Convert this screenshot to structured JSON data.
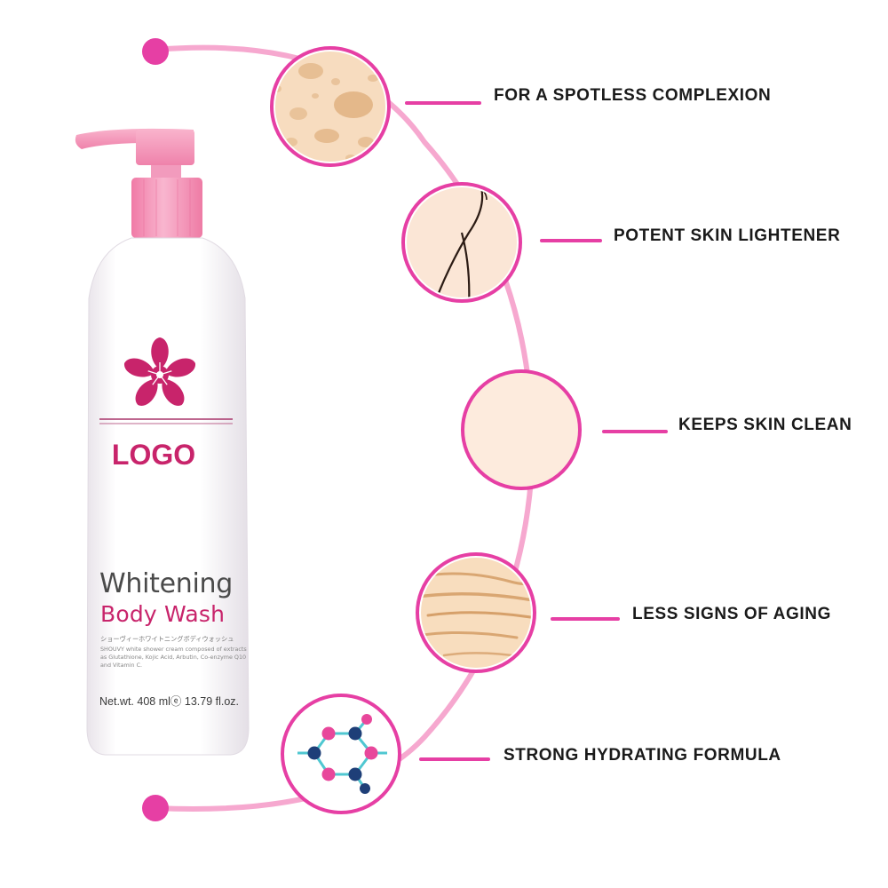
{
  "product": {
    "logo_text": "LOGO",
    "name_line1": "Whitening",
    "name_line2": "Body Wash",
    "japanese_text": "ショーヴィーホワイトニングボディウォッシュ",
    "description": "SHOUVY white shower cream composed of extracts as Glutathione, Kojic Acid, Arbutin, Co-enzyme Q10 and Vitamin C.",
    "net_weight": "Net.wt. 408 mlⓔ 13.79 fl.oz."
  },
  "features": [
    {
      "label": "FOR A SPOTLESS COMPLEXION",
      "icon": "skin-spots-icon"
    },
    {
      "label": "POTENT SKIN LIGHTENER",
      "icon": "underarm-icon"
    },
    {
      "label": "KEEPS SKIN CLEAN",
      "icon": "clear-skin-icon"
    },
    {
      "label": "LESS SIGNS OF AGING",
      "icon": "wrinkles-icon"
    },
    {
      "label": "STRONG HYDRATING FORMULA",
      "icon": "molecule-icon"
    }
  ],
  "colors": {
    "accent_pink": "#e63fa4",
    "arc_pink": "#f6a8cf",
    "brand_magenta": "#c8246b",
    "skin_tone": "#fbe3cf"
  }
}
